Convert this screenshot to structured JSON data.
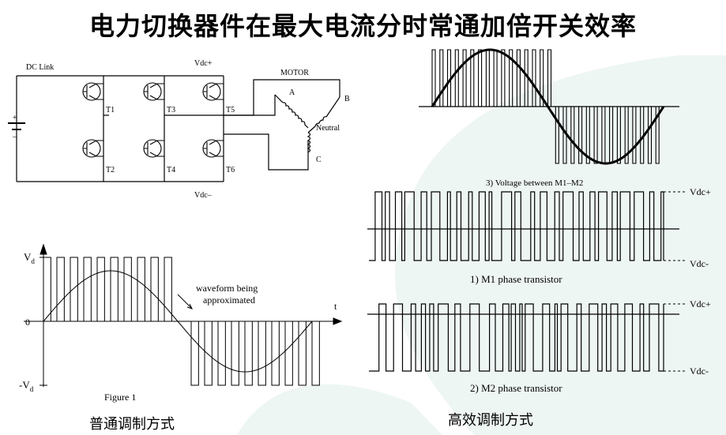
{
  "title": "电力切换器件在最大电流分时常通加倍开关效率",
  "inverter": {
    "dc_link": "DC Link",
    "vdc_plus": "Vdc+",
    "vdc_minus": "Vdc–",
    "motor": "MOTOR",
    "phase_a": "A",
    "phase_b": "B",
    "phase_c": "C",
    "neutral": "Neutral",
    "plus": "+",
    "minus": "–",
    "transistors": [
      "T1",
      "T3",
      "T5",
      "T2",
      "T4",
      "T6"
    ]
  },
  "ordinary": {
    "vd": "V",
    "vd_sub": "d",
    "zero": "0",
    "neg_v": "-V",
    "t": "t",
    "annotation_line1": "waveform being",
    "annotation_line2": "approximated",
    "figure": "Figure 1",
    "caption": "普通调制方式"
  },
  "efficient": {
    "voltage_label": "3) Voltage between M1–M2",
    "m1_label": "1) M1 phase transistor",
    "m2_label": "2) M2 phase transistor",
    "vdc_plus": "Vdc+",
    "vdc_minus": "Vdc-",
    "caption": "高效调制方式"
  },
  "colors": {
    "ink": "#000000",
    "watermark": "#e8f3f1"
  }
}
